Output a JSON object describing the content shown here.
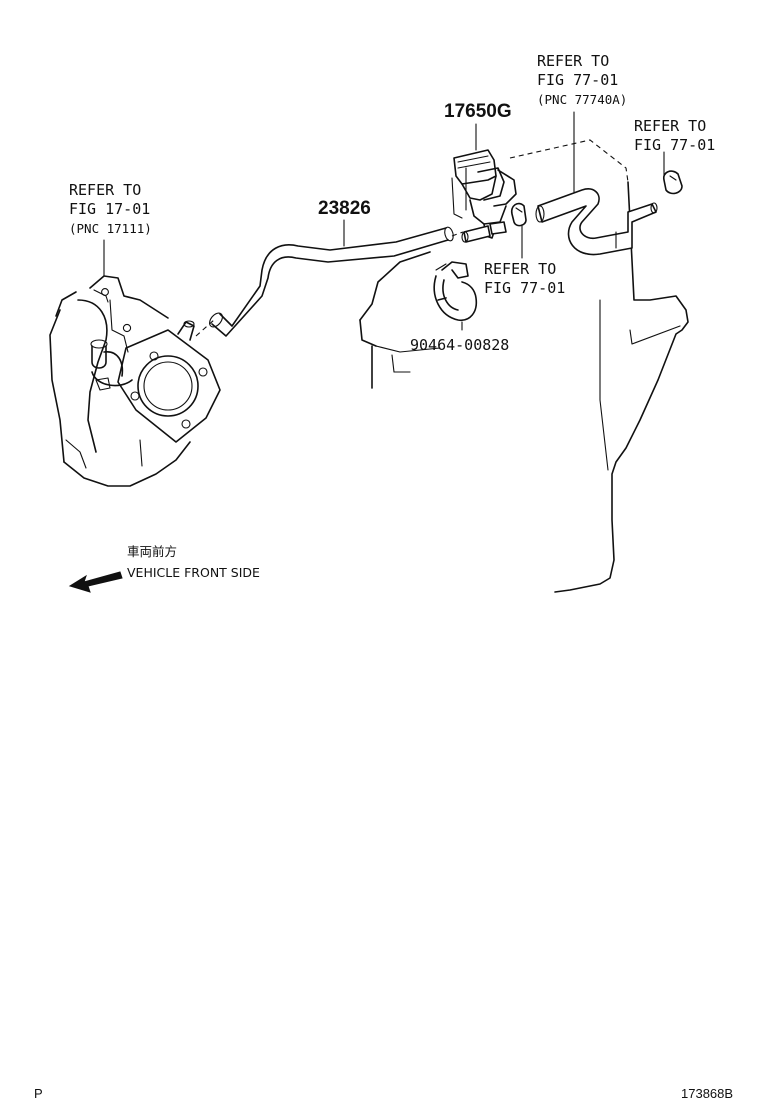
{
  "callouts": {
    "refer_top": {
      "line1": "REFER TO",
      "line2": "FIG 77-01",
      "line3": "(PNC 77740A)"
    },
    "refer_right": {
      "line1": "REFER TO",
      "line2": "FIG 77-01"
    },
    "refer_left": {
      "line1": "REFER TO",
      "line2": "FIG 17-01",
      "line3": "(PNC 17111)"
    },
    "refer_mid": {
      "line1": "REFER TO",
      "line2": "FIG 77-01"
    }
  },
  "parts": {
    "valve": "17650G",
    "hose": "23826",
    "clamp": "90464-00828"
  },
  "direction": {
    "jp": "車両前方",
    "en": "VEHICLE FRONT SIDE"
  },
  "footer": {
    "left": "P",
    "right": "173868B"
  }
}
